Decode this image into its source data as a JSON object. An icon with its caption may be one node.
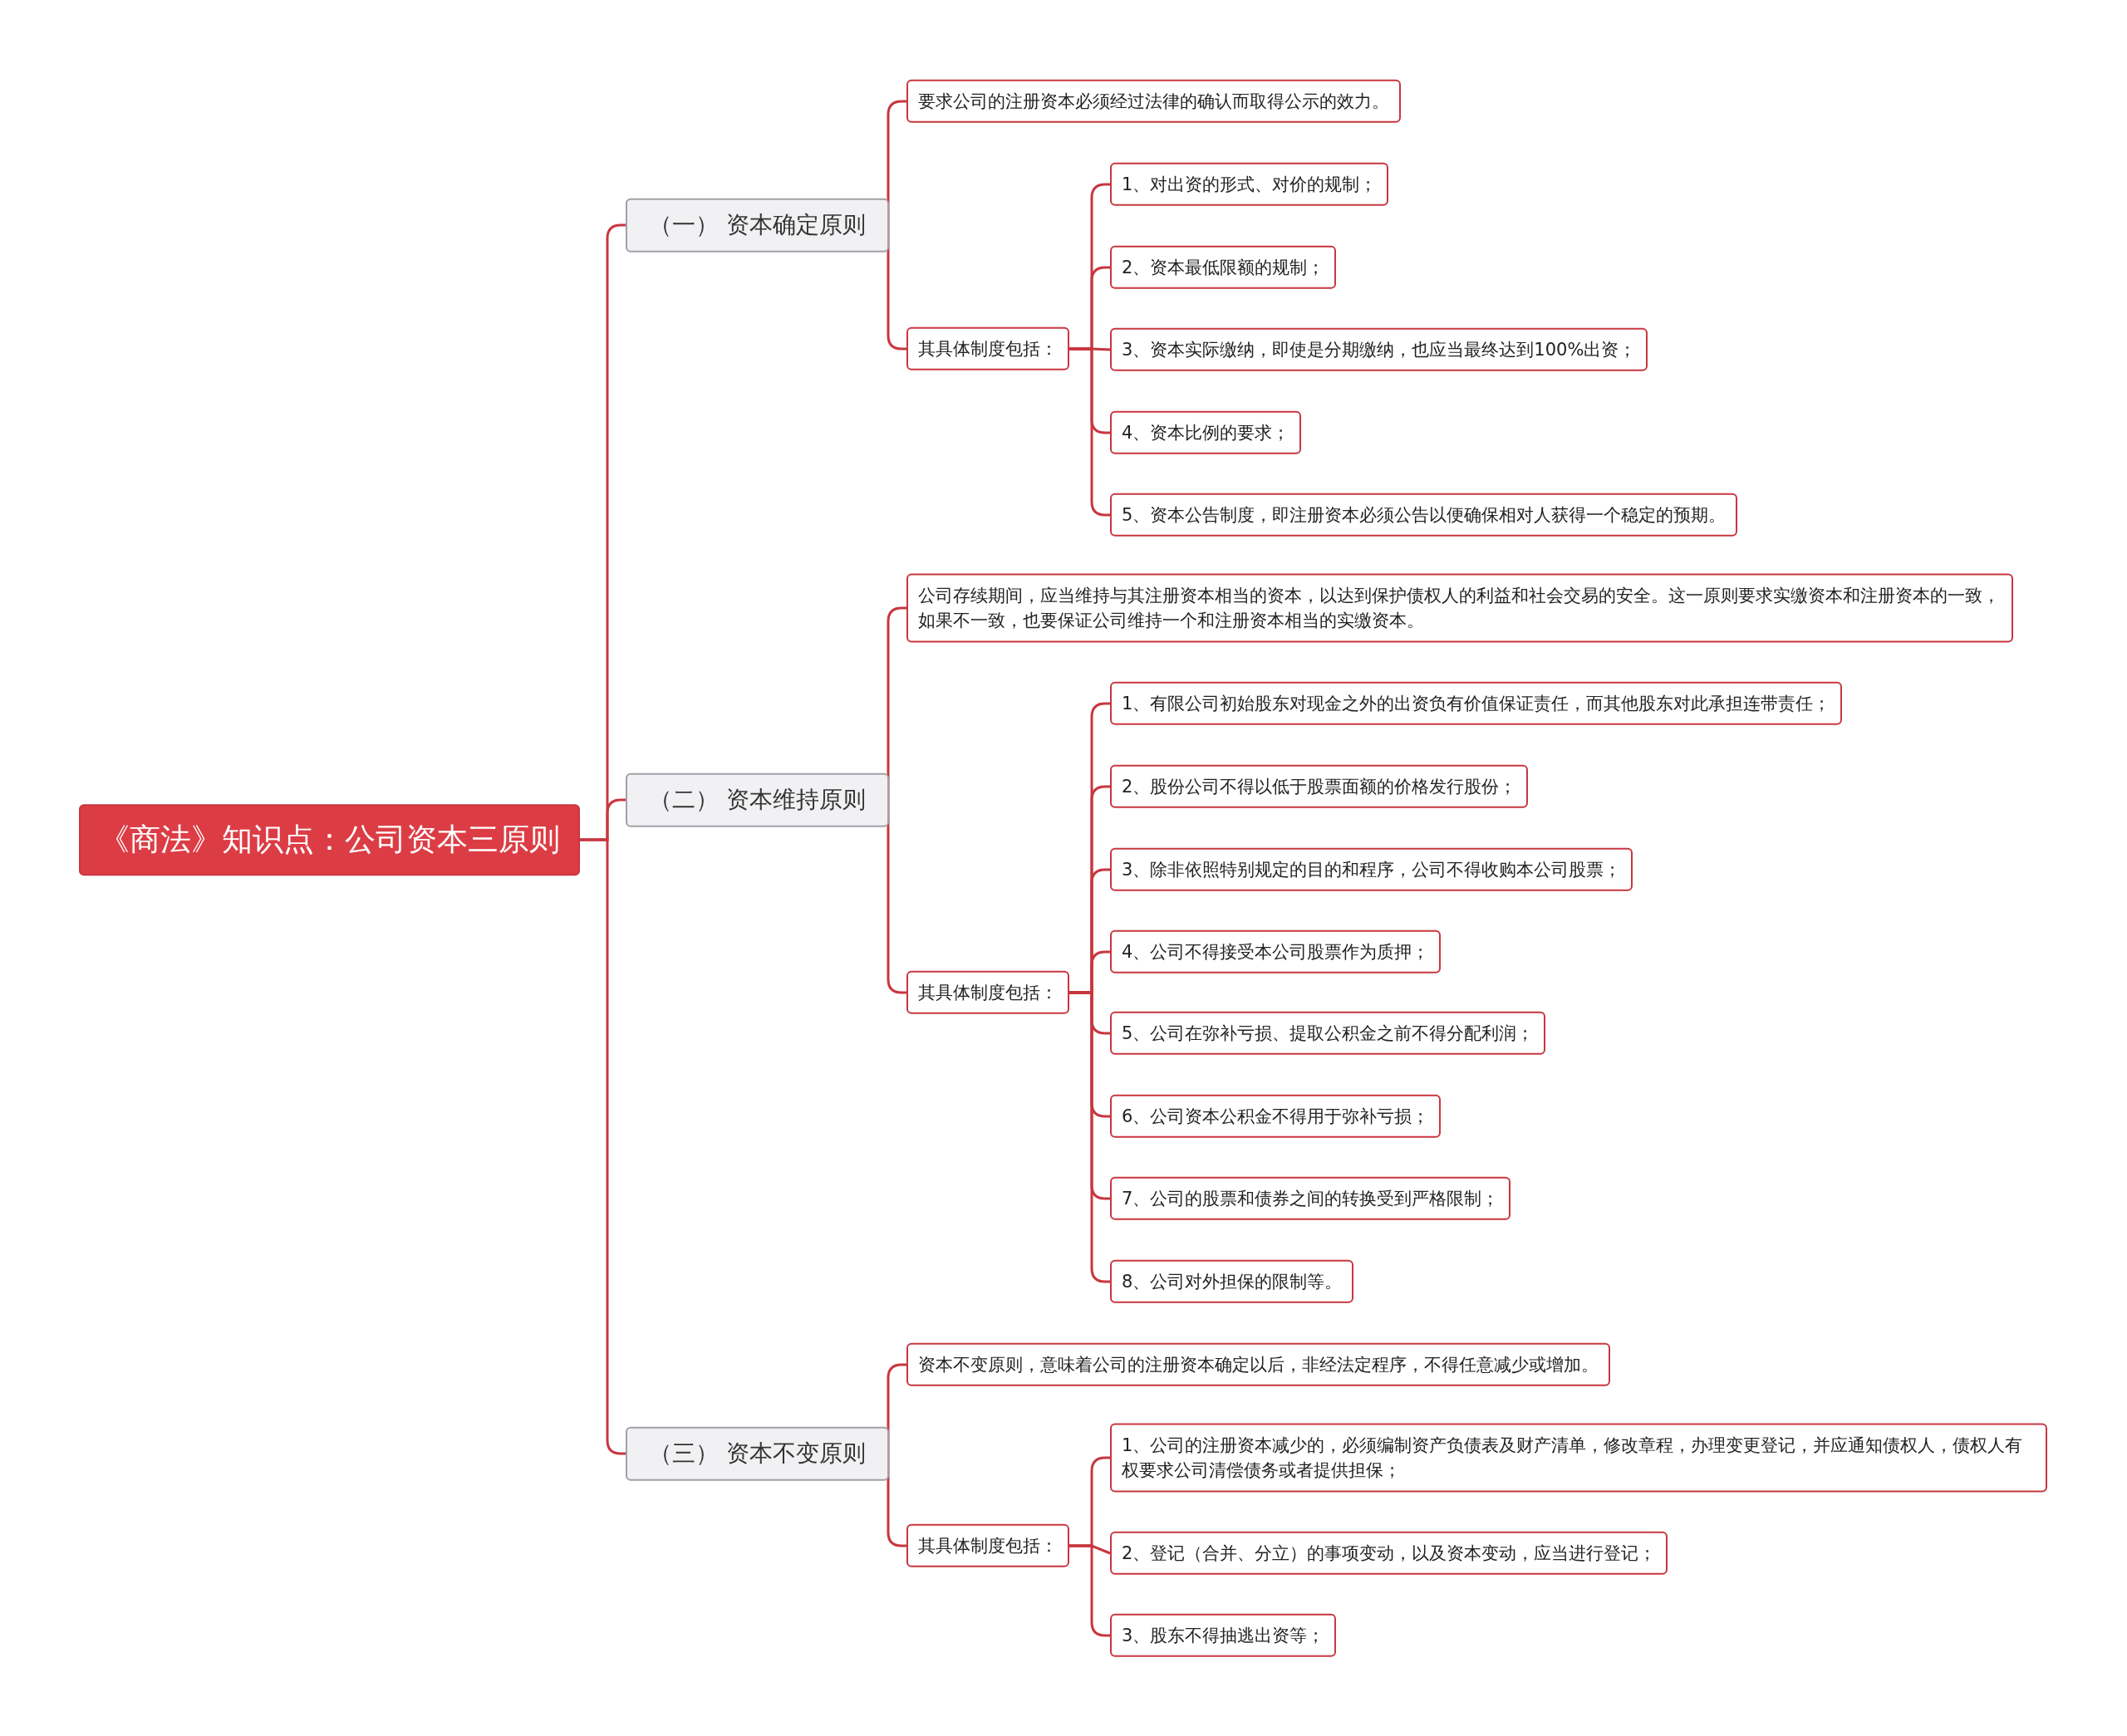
{
  "diagram": {
    "nodes": [
      {
        "text": [
          "《商法》知识点：公司资本三原则"
        ]
      },
      {
        "text": [
          "（一） 资本确定原则"
        ]
      },
      {
        "text": [
          "要求公司的注册资本必须经过法律的确认而取得公示的效力。"
        ]
      },
      {
        "text": [
          "其具体制度包括："
        ]
      },
      {
        "text": [
          "1、对出资的形式、对价的规制；"
        ]
      },
      {
        "text": [
          "2、资本最低限额的规制；"
        ]
      },
      {
        "text": [
          "3、资本实际缴纳，即使是分期缴纳，也应当最终达到100%出资；"
        ]
      },
      {
        "text": [
          "4、资本比例的要求；"
        ]
      },
      {
        "text": [
          "5、资本公告制度，即注册资本必须公告以便确保相对人获得一个稳定的预期。"
        ]
      },
      {
        "text": [
          "（二） 资本维持原则"
        ]
      },
      {
        "text": [
          "公司存续期间，应当维持与其注册资本相当的资本，以达到保护债权人的利益和社会交易的安全。这一原则要求实缴资本和注册资本的一致，如果不一致，也要保证公司维持一个和注册资本相当的实缴资本。"
        ]
      },
      {
        "text": [
          "其具体制度包括："
        ]
      },
      {
        "text": [
          "1、有限公司初始股东对现金之外的出资负有价值保证责任，而其他股东对此承担连带责任；"
        ]
      },
      {
        "text": [
          "2、股份公司不得以低于股票面额的价格发行股份；"
        ]
      },
      {
        "text": [
          "3、除非依照特别规定的目的和程序，公司不得收购本公司股票；"
        ]
      },
      {
        "text": [
          "4、公司不得接受本公司股票作为质押；"
        ]
      },
      {
        "text": [
          "5、公司在弥补亏损、提取公积金之前不得分配利润；"
        ]
      },
      {
        "text": [
          "6、公司资本公积金不得用于弥补亏损；"
        ]
      },
      {
        "text": [
          "7、公司的股票和债券之间的转换受到严格限制；"
        ]
      },
      {
        "text": [
          "8、公司对外担保的限制等。"
        ]
      },
      {
        "text": [
          "（三） 资本不变原则"
        ]
      },
      {
        "text": [
          "资本不变原则，意味着公司的注册资本确定以后，非经法定程序，不得任意减少或增加。"
        ]
      },
      {
        "text": [
          "其具体制度包括："
        ]
      },
      {
        "text": [
          "1、公司的注册资本减少的，必须编制资产负债表及财产清单，修改章程，办理变更登记，并应通知债权人，债权人有权要求公司清偿债务或者提供担保；"
        ]
      },
      {
        "text": [
          "2、登记（合并、分立）的事项变动，以及资本变动，应当进行登记；"
        ]
      },
      {
        "text": [
          "3、股东不得抽逃出资等；"
        ]
      }
    ],
    "edges": [
      {
        "from": 0,
        "to": 1,
        "arrow": "none"
      },
      {
        "from": 0,
        "to": 9,
        "arrow": "none"
      },
      {
        "from": 0,
        "to": 20,
        "arrow": "none"
      },
      {
        "from": 1,
        "to": 2,
        "arrow": "none"
      },
      {
        "from": 1,
        "to": 3,
        "arrow": "none"
      },
      {
        "from": 3,
        "to": 4,
        "arrow": "none"
      },
      {
        "from": 3,
        "to": 5,
        "arrow": "none"
      },
      {
        "from": 3,
        "to": 6,
        "arrow": "none"
      },
      {
        "from": 3,
        "to": 7,
        "arrow": "none"
      },
      {
        "from": 3,
        "to": 8,
        "arrow": "none"
      },
      {
        "from": 9,
        "to": 10,
        "arrow": "none"
      },
      {
        "from": 9,
        "to": 11,
        "arrow": "none"
      },
      {
        "from": 11,
        "to": 12,
        "arrow": "none"
      },
      {
        "from": 11,
        "to": 13,
        "arrow": "none"
      },
      {
        "from": 11,
        "to": 14,
        "arrow": "none"
      },
      {
        "from": 11,
        "to": 15,
        "arrow": "none"
      },
      {
        "from": 11,
        "to": 16,
        "arrow": "none"
      },
      {
        "from": 11,
        "to": 17,
        "arrow": "none"
      },
      {
        "from": 11,
        "to": 18,
        "arrow": "none"
      },
      {
        "from": 11,
        "to": 19,
        "arrow": "none"
      },
      {
        "from": 20,
        "to": 21,
        "arrow": "none"
      },
      {
        "from": 20,
        "to": 22,
        "arrow": "none"
      },
      {
        "from": 22,
        "to": 23,
        "arrow": "none"
      },
      {
        "from": 22,
        "to": 24,
        "arrow": "none"
      },
      {
        "from": 22,
        "to": 25,
        "arrow": "none"
      }
    ]
  }
}
